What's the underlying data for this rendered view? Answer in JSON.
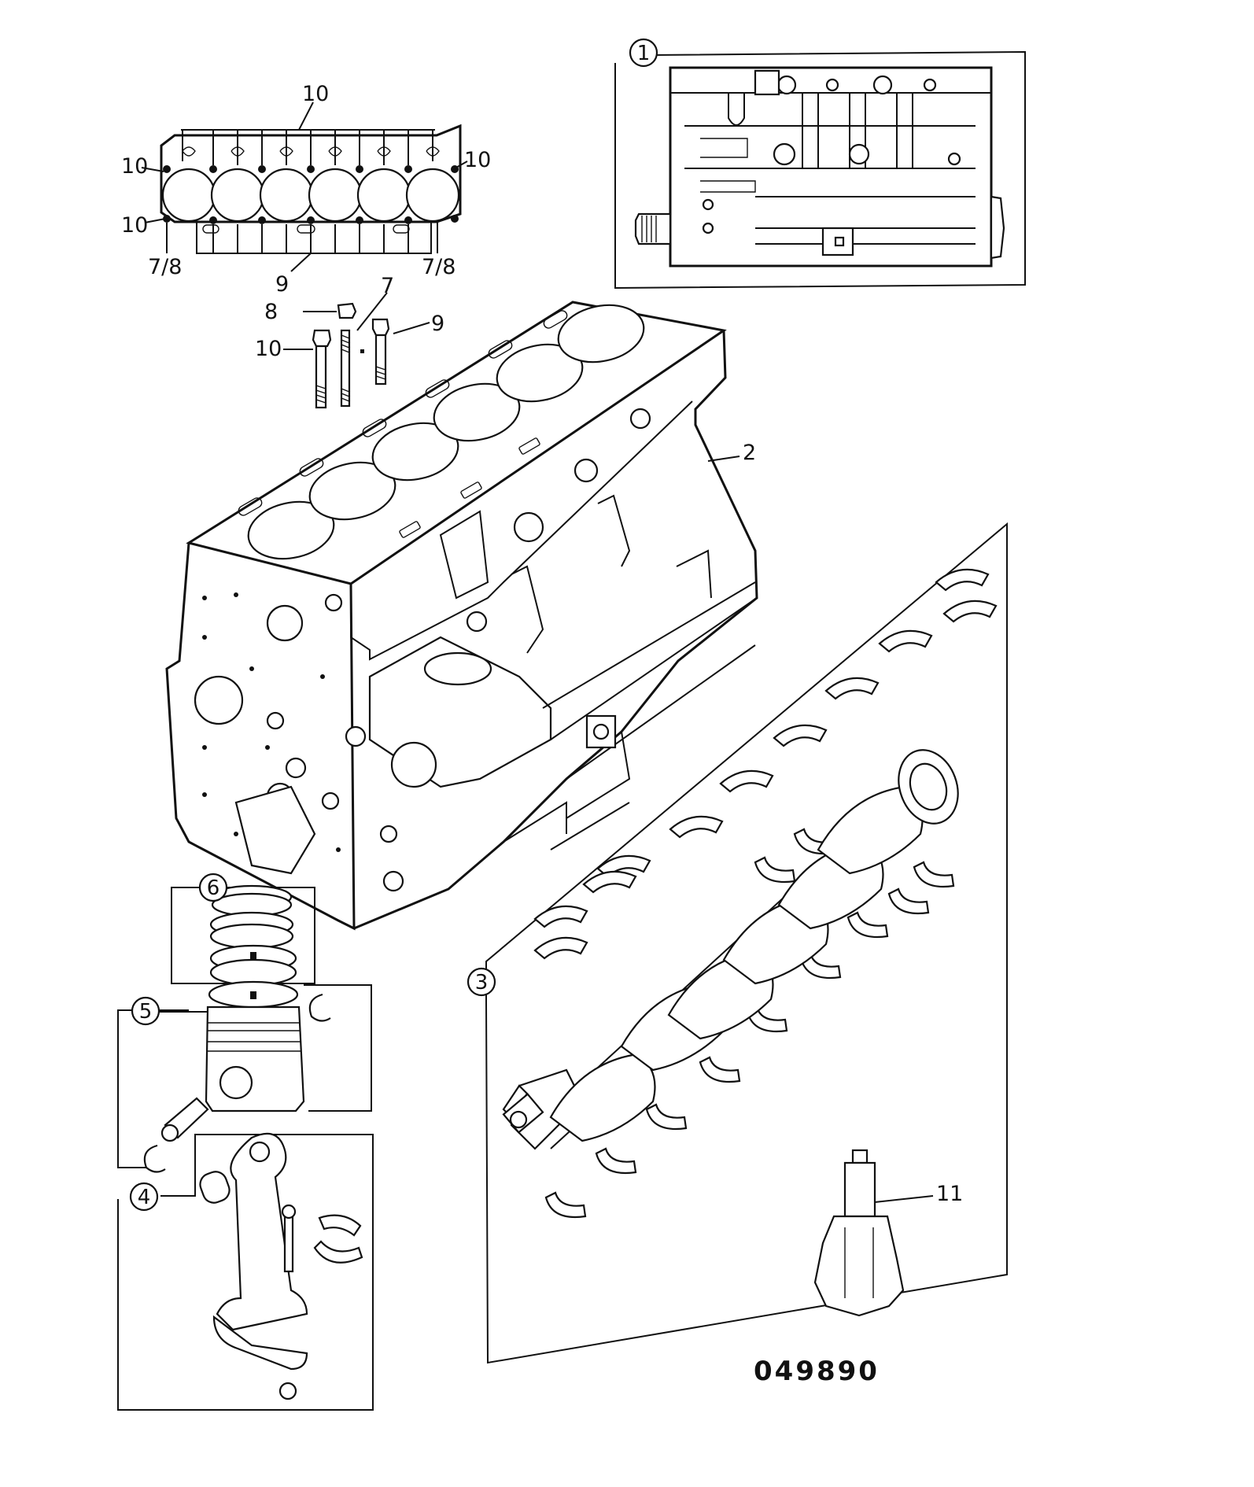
{
  "diagram": {
    "drawing_number": "049890",
    "item_circles": [
      "1",
      "3",
      "4",
      "5",
      "6"
    ],
    "callouts": {
      "gasket_top": "10",
      "gasket_left_upper": "10",
      "gasket_right": "10",
      "gasket_left_lower": "10",
      "gasket_bottom_left": "7/8",
      "gasket_bottom_right": "7/8",
      "gasket_bottom_center": "9",
      "stud": "7",
      "nut": "8",
      "bolt_long": "10",
      "bolt_short": "9",
      "block": "2",
      "oil_pump": "11"
    }
  }
}
